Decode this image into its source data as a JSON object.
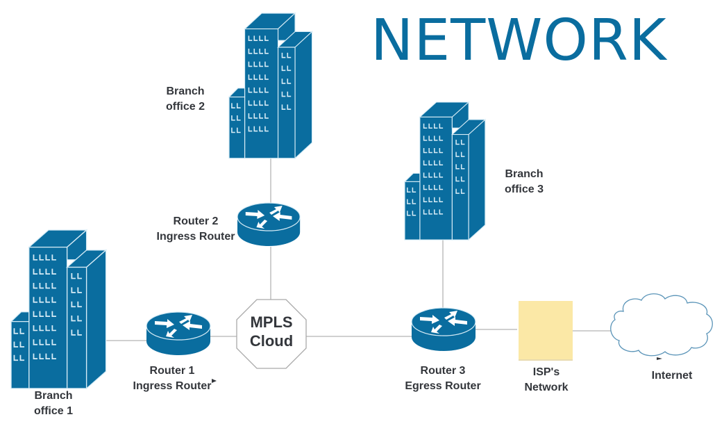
{
  "title": "NETWORK",
  "colors": {
    "device_blue": "#0a6d9f",
    "title_blue": "#0a6d9f",
    "label_gray": "#33363b",
    "link_gray": "#b4b4b4",
    "isp_note_yellow": "#fbe8a6",
    "cloud_outline": "#5a94b8"
  },
  "nodes": {
    "branch1": {
      "line1": "Branch",
      "line2": "office 1",
      "type": "building"
    },
    "branch2": {
      "line1": "Branch",
      "line2": "office 2",
      "type": "building"
    },
    "branch3": {
      "line1": "Branch",
      "line2": "office 3",
      "type": "building"
    },
    "router1": {
      "line1": "Router 1",
      "line2": "Ingress Router",
      "type": "router"
    },
    "router2": {
      "line1": "Router 2",
      "line2": "Ingress Router",
      "type": "router"
    },
    "router3": {
      "line1": "Router 3",
      "line2": "Egress Router",
      "type": "router"
    },
    "mpls": {
      "line1": "MPLS",
      "line2": "Cloud",
      "type": "octagon"
    },
    "isp": {
      "line1": "ISP's",
      "line2": "Network",
      "type": "note"
    },
    "internet": {
      "label": "Internet",
      "type": "cloud"
    }
  },
  "links": [
    [
      "branch1",
      "router1"
    ],
    [
      "router1",
      "mpls"
    ],
    [
      "branch2",
      "router2"
    ],
    [
      "router2",
      "mpls"
    ],
    [
      "mpls",
      "router3"
    ],
    [
      "branch3",
      "router3"
    ],
    [
      "router3",
      "isp"
    ],
    [
      "isp",
      "internet"
    ]
  ]
}
